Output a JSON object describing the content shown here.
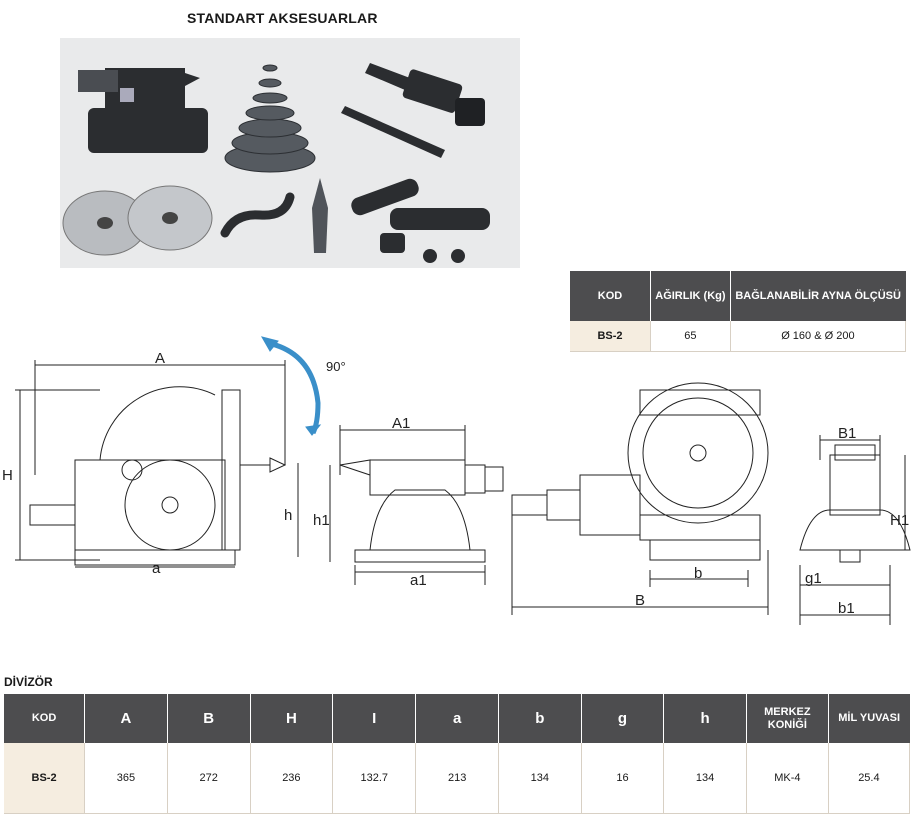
{
  "accessories_title": "STANDART AKSESUARLAR",
  "spec_table": {
    "headers": [
      "KOD",
      "AĞIRLIK (Kg)",
      "BAĞLANABİLİR AYNA ÖLÇÜSÜ"
    ],
    "row": [
      "BS-2",
      "65",
      "Ø 160 & Ø 200"
    ]
  },
  "drawing_labels": {
    "A": "A",
    "angle": "90°",
    "H": "H",
    "h": "h",
    "a": "a",
    "A1": "A1",
    "h1": "h1",
    "a1": "a1",
    "b": "b",
    "B": "B",
    "B1": "B1",
    "H1": "H1",
    "g1": "g1",
    "b1": "b1"
  },
  "divizor_title": "DİVİZÖR",
  "dim_table": {
    "headers": [
      "KOD",
      "A",
      "B",
      "H",
      "I",
      "a",
      "b",
      "g",
      "h",
      "MERKEZ KONİĞİ",
      "MİL YUVASI"
    ],
    "row": [
      "BS-2",
      "365",
      "272",
      "236",
      "132.7",
      "213",
      "134",
      "16",
      "134",
      "MK-4",
      "25.4"
    ]
  }
}
